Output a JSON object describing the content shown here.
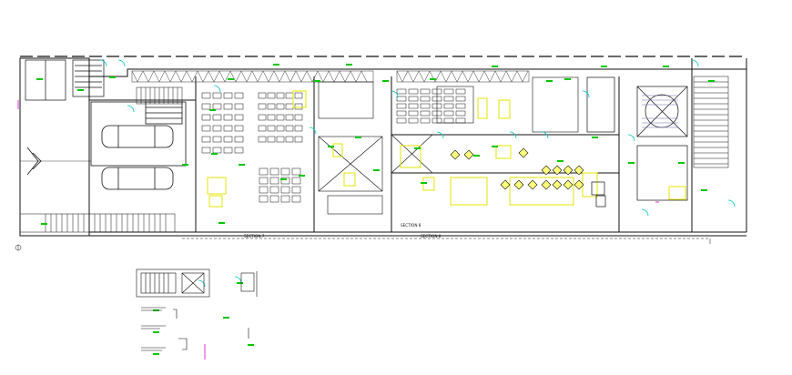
{
  "drawing": {
    "sections": [
      {
        "id": "section-7",
        "label": "SECTION 7"
      },
      {
        "id": "section-8",
        "label": "SECTION 8"
      },
      {
        "id": "section-8-dup",
        "label": "SECTION 8"
      }
    ],
    "colors": {
      "linework": "#111111",
      "yellow_furniture": "#e6e600",
      "green_tags": "#00c800",
      "cyan_doors": "#00c8c8",
      "magenta_marks": "#cc00cc",
      "hatch_blue": "#6a6ab4"
    },
    "icons": [
      "north-arrow-icon",
      "entrance-arrow-icon"
    ]
  }
}
